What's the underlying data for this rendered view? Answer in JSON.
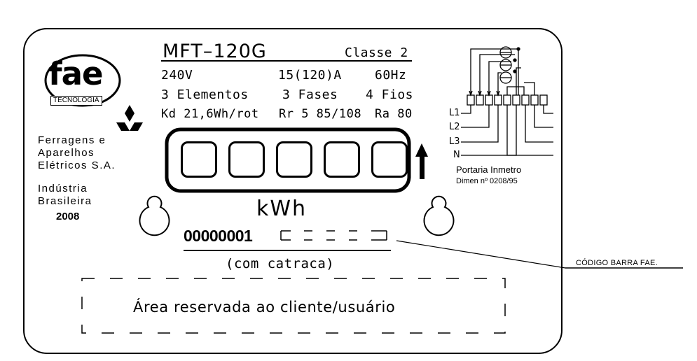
{
  "logo": {
    "wordmark": "fae",
    "subtitle": "TECNOLOGIA"
  },
  "manufacturer": {
    "line1": "Ferragens e",
    "line2": "Aparelhos",
    "line3": "Elétricos S.A.",
    "origin1": "Indústria",
    "origin2": "Brasileira",
    "year": "2008"
  },
  "meter": {
    "model": "MFT–120G",
    "class": "Classe 2",
    "voltage": "240V",
    "current": "15(120)A",
    "frequency": "60Hz",
    "elements": "3 Elementos",
    "phases": "3 Fases",
    "wires": "4 Fios",
    "kd": "Kd 21,6Wh/rot",
    "rr": "Rr 5 85/108",
    "ra": "Ra 80",
    "unit": "kWh",
    "serial": "00000001",
    "ratchet": "(com catraca)"
  },
  "reserved_area": "Área reservada ao cliente/usuário",
  "callout": "CÓDIGO BARRA FAE.",
  "wiring": {
    "terminals": [
      "L1",
      "L2",
      "L3",
      "N"
    ],
    "approval1": "Portaria Inmetro",
    "approval2": "Dimen nº 0208/95"
  }
}
